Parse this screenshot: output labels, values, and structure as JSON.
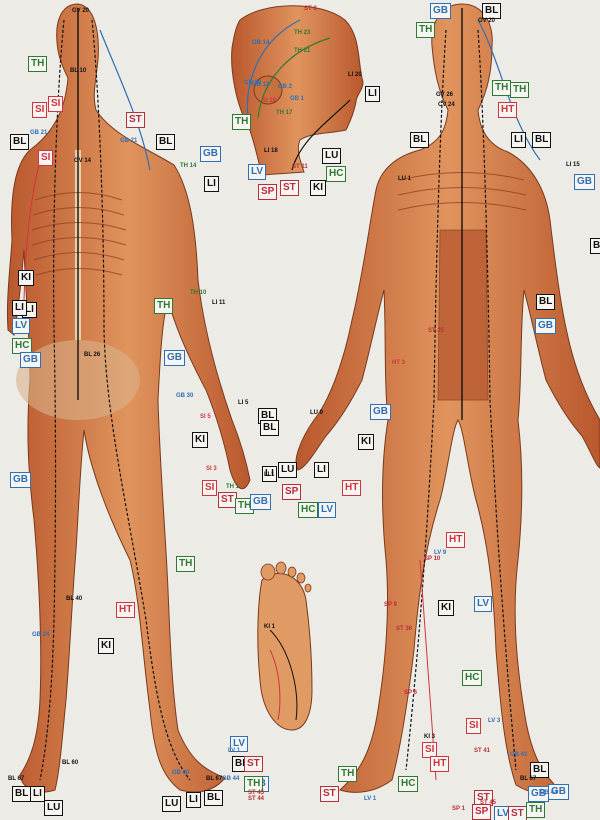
{
  "colors": {
    "BL": "#111111",
    "LI": "#111111",
    "KI": "#111111",
    "LU": "#111111",
    "ST": "#b5303c",
    "SI": "#d2343f",
    "SP": "#c0283a",
    "HT": "#d2343f",
    "TH": "#2f7a33",
    "HC": "#2f7a33",
    "GB": "#2f6fb3",
    "LV": "#2f6fb3",
    "skin": "#d88a55",
    "muscle": "#c9693a",
    "tendon": "#e8d8b8"
  },
  "meridian_tags": [
    {
      "t": "GB"
    },
    {
      "t": "BL"
    },
    {
      "t": "TH"
    },
    {
      "t": "TH"
    },
    {
      "t": "SI"
    },
    {
      "t": "ST"
    },
    {
      "t": "BL"
    },
    {
      "t": "TH"
    },
    {
      "t": "SI"
    },
    {
      "t": "LI"
    },
    {
      "t": "BL"
    },
    {
      "t": "BL"
    },
    {
      "t": "GB"
    },
    {
      "t": "LI"
    },
    {
      "t": "LV"
    },
    {
      "t": "LU"
    },
    {
      "t": "HC"
    },
    {
      "t": "SP"
    },
    {
      "t": "ST"
    },
    {
      "t": "KI"
    },
    {
      "t": "LI"
    },
    {
      "t": "TH"
    },
    {
      "t": "SI"
    },
    {
      "t": "GB"
    },
    {
      "t": "BL"
    },
    {
      "t": "BL"
    },
    {
      "t": "BL"
    },
    {
      "t": "GB"
    },
    {
      "t": "LI"
    },
    {
      "t": "KI"
    },
    {
      "t": "LI"
    },
    {
      "t": "LV"
    },
    {
      "t": "HC"
    },
    {
      "t": "GB"
    },
    {
      "t": "TH"
    },
    {
      "t": "GB"
    },
    {
      "t": "TH"
    },
    {
      "t": "GB"
    },
    {
      "t": "BL"
    },
    {
      "t": "KI"
    },
    {
      "t": "SI"
    },
    {
      "t": "ST"
    },
    {
      "t": "TH"
    },
    {
      "t": "GB"
    },
    {
      "t": "LI"
    },
    {
      "t": "BL"
    },
    {
      "t": "GB"
    },
    {
      "t": "KI"
    },
    {
      "t": "LU"
    },
    {
      "t": "LI"
    },
    {
      "t": "SP"
    },
    {
      "t": "HT"
    },
    {
      "t": "HC"
    },
    {
      "t": "LV"
    },
    {
      "t": "TH"
    },
    {
      "t": "HT"
    },
    {
      "t": "KI"
    },
    {
      "t": "LV"
    },
    {
      "t": "KI"
    },
    {
      "t": "HT"
    },
    {
      "t": "HC"
    },
    {
      "t": "SI"
    },
    {
      "t": "HT"
    },
    {
      "t": "LV"
    },
    {
      "t": "BL"
    },
    {
      "t": "LV"
    },
    {
      "t": "ST"
    },
    {
      "t": "GB"
    },
    {
      "t": "TH"
    },
    {
      "t": "BL"
    },
    {
      "t": "LI"
    },
    {
      "t": "LU"
    },
    {
      "t": "LU"
    },
    {
      "t": "LI"
    },
    {
      "t": "BL"
    },
    {
      "t": "TH"
    },
    {
      "t": "ST"
    },
    {
      "t": "HC"
    },
    {
      "t": "SI"
    },
    {
      "t": "HT"
    },
    {
      "t": "BL"
    },
    {
      "t": "GB"
    },
    {
      "t": "ST"
    },
    {
      "t": "SP"
    },
    {
      "t": "LV"
    },
    {
      "t": "ST"
    },
    {
      "t": "TH"
    },
    {
      "t": "GB"
    }
  ],
  "point_labels": [
    {
      "t": "GV 20"
    },
    {
      "t": "BL 10"
    },
    {
      "t": "GB 21"
    },
    {
      "t": "GB 21"
    },
    {
      "t": "GV 14"
    },
    {
      "t": "TH 14"
    },
    {
      "t": "TH 10"
    },
    {
      "t": "LI 11"
    },
    {
      "t": "BL 26"
    },
    {
      "t": "GB 30"
    },
    {
      "t": "LI 5"
    },
    {
      "t": "SI 5"
    },
    {
      "t": "SI 3"
    },
    {
      "t": "LI 1"
    },
    {
      "t": "TH 1"
    },
    {
      "t": "BL 40"
    },
    {
      "t": "GB 34"
    },
    {
      "t": "BL 60"
    },
    {
      "t": "BL 67"
    },
    {
      "t": "GB 40"
    },
    {
      "t": "BL 67"
    },
    {
      "t": "GB 44"
    },
    {
      "t": "ST 45"
    },
    {
      "t": "ST 44"
    },
    {
      "t": "LV 1"
    },
    {
      "t": "ST 8"
    },
    {
      "t": "TH 23"
    },
    {
      "t": "GB 14"
    },
    {
      "t": "LI 20"
    },
    {
      "t": "GB 20"
    },
    {
      "t": "TH 21"
    },
    {
      "t": "SI 19"
    },
    {
      "t": "GB 2"
    },
    {
      "t": "GB 1"
    },
    {
      "t": "TH 17"
    },
    {
      "t": "GB 12"
    },
    {
      "t": "LI 18"
    },
    {
      "t": "ST 11"
    },
    {
      "t": "GV 20"
    },
    {
      "t": "GV 26"
    },
    {
      "t": "CV 24"
    },
    {
      "t": "LI 15"
    },
    {
      "t": "LU 1"
    },
    {
      "t": "ST 25"
    },
    {
      "t": "HT 3"
    },
    {
      "t": "LU 9"
    },
    {
      "t": "SP 10"
    },
    {
      "t": "LV 9"
    },
    {
      "t": "SP 9"
    },
    {
      "t": "ST 36"
    },
    {
      "t": "SP 6"
    },
    {
      "t": "KI 3"
    },
    {
      "t": "LV 3"
    },
    {
      "t": "ST 41"
    },
    {
      "t": "GB 41"
    },
    {
      "t": "SP 1"
    },
    {
      "t": "ST 45"
    },
    {
      "t": "LV 1"
    },
    {
      "t": "KI 1"
    },
    {
      "t": "GB 44"
    },
    {
      "t": "BL 67"
    }
  ]
}
